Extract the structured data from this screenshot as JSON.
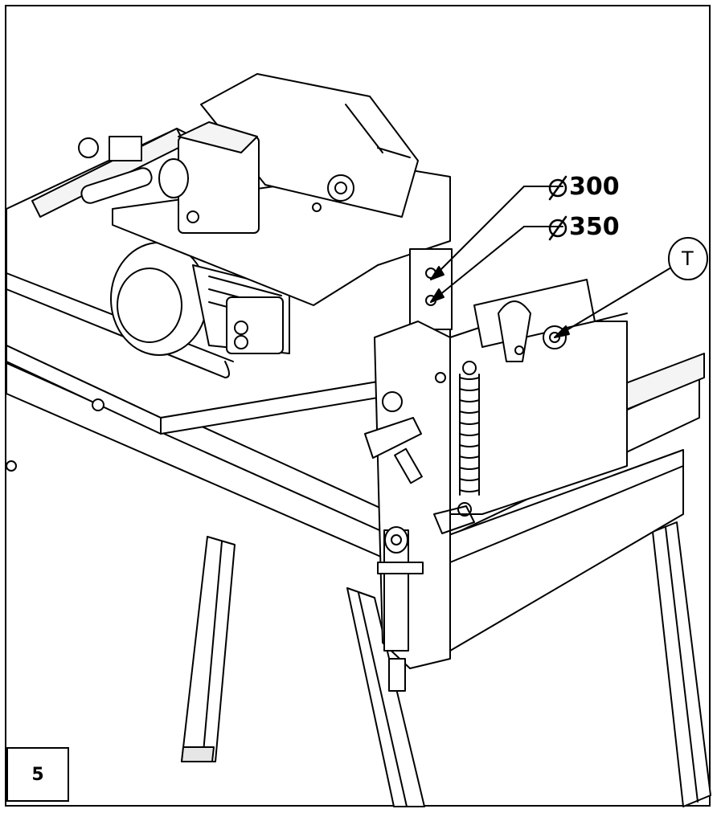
{
  "figure": {
    "step_number": "5",
    "callouts": [
      {
        "id": "dia-300",
        "symbol": "Ø",
        "value": "300"
      },
      {
        "id": "dia-350",
        "symbol": "Ø",
        "value": "350"
      },
      {
        "id": "tool-t",
        "symbol": "",
        "value": "T"
      }
    ]
  },
  "colors": {
    "line": "#000000",
    "fill": "#ffffff",
    "shade": "#e6e6e6"
  }
}
